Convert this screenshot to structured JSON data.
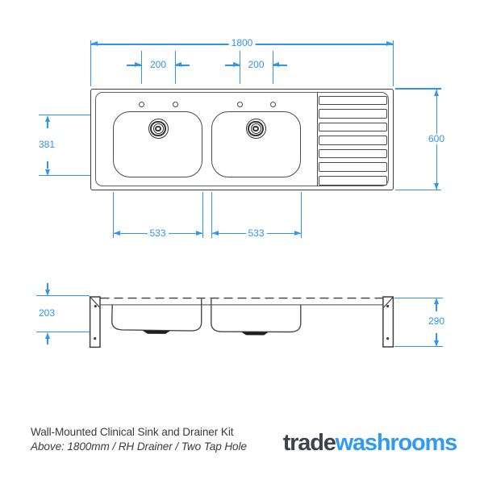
{
  "product": {
    "title": "Wall-Mounted Clinical Sink and Drainer Kit",
    "subtitle": "Above: 1800mm / RH Drainer / Two Tap Hole"
  },
  "brand": {
    "part1": "trade",
    "part2": "washrooms"
  },
  "dimensions_mm": {
    "overall_width": "1800",
    "overall_depth": "600",
    "tap_hole_spacing_left": "200",
    "tap_hole_spacing_right": "200",
    "bowl_front_depth": "381",
    "bowl_width_left": "533",
    "bowl_width_right": "533",
    "side_bowl_depth": "203",
    "side_overall_depth": "290"
  },
  "colors": {
    "dimension_blue": "#2e96ee",
    "line_dark": "#3f3f3f",
    "logo_dark": "#3d4349",
    "logo_blue": "#2f9bf3"
  }
}
